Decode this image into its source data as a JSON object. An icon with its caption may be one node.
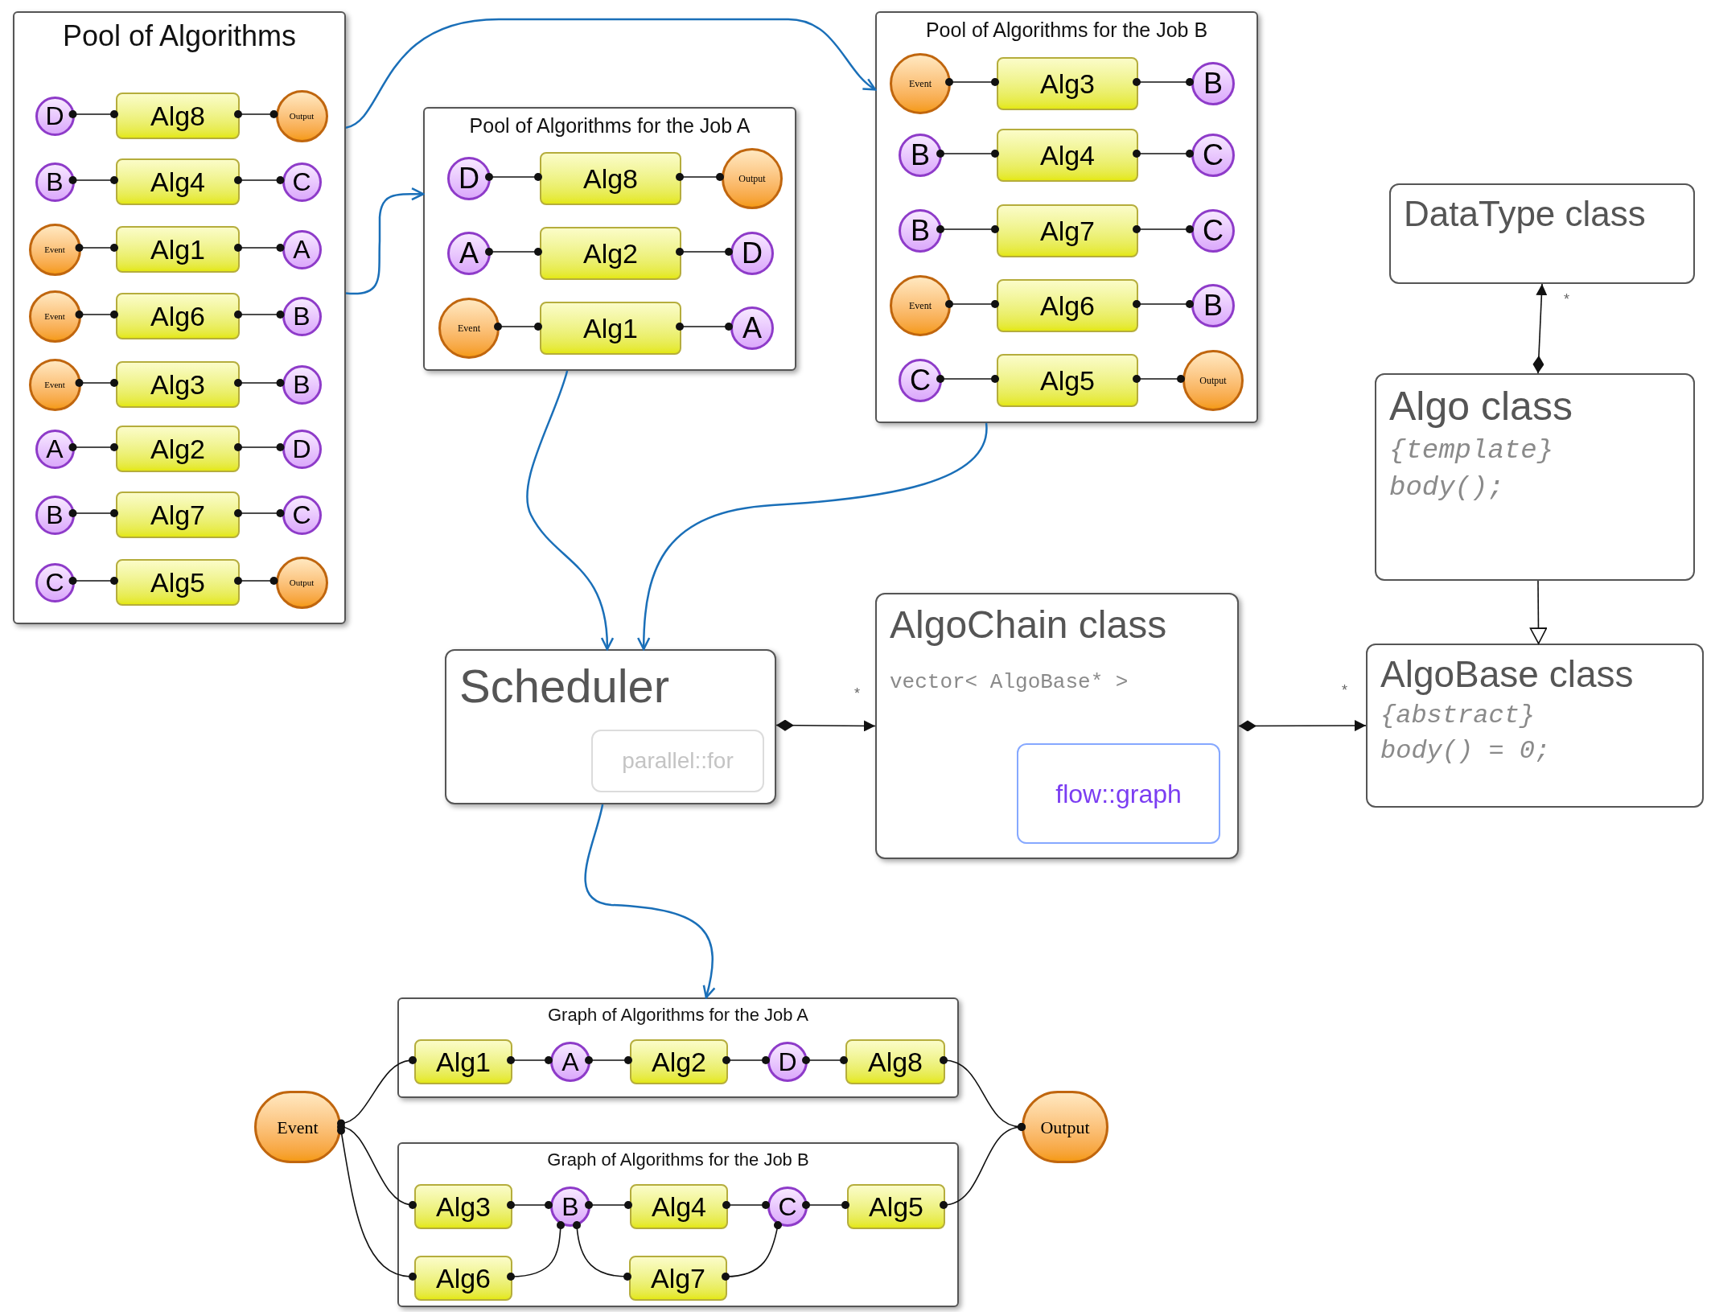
{
  "diagram": {
    "nodes": [
      {
        "text": [
          "Pool of Algorithms"
        ]
      },
      {
        "text": [
          "D"
        ],
        "in": 0
      },
      {
        "text": [
          "Alg8"
        ],
        "in": 0
      },
      {
        "text": [
          "Output"
        ],
        "in": 0
      },
      {
        "text": [
          "B"
        ],
        "in": 0
      },
      {
        "text": [
          "Alg4"
        ],
        "in": 0
      },
      {
        "text": [
          "C"
        ],
        "in": 0
      },
      {
        "text": [
          "Event"
        ],
        "in": 0
      },
      {
        "text": [
          "Alg1"
        ],
        "in": 0
      },
      {
        "text": [
          "A"
        ],
        "in": 0
      },
      {
        "text": [
          "Event"
        ],
        "in": 0
      },
      {
        "text": [
          "Alg6"
        ],
        "in": 0
      },
      {
        "text": [
          "B"
        ],
        "in": 0
      },
      {
        "text": [
          "Event"
        ],
        "in": 0
      },
      {
        "text": [
          "Alg3"
        ],
        "in": 0
      },
      {
        "text": [
          "B"
        ],
        "in": 0
      },
      {
        "text": [
          "A"
        ],
        "in": 0
      },
      {
        "text": [
          "Alg2"
        ],
        "in": 0
      },
      {
        "text": [
          "D"
        ],
        "in": 0
      },
      {
        "text": [
          "B"
        ],
        "in": 0
      },
      {
        "text": [
          "Alg7"
        ],
        "in": 0
      },
      {
        "text": [
          "C"
        ],
        "in": 0
      },
      {
        "text": [
          "C"
        ],
        "in": 0
      },
      {
        "text": [
          "Alg5"
        ],
        "in": 0
      },
      {
        "text": [
          "Output"
        ],
        "in": 0
      },
      {
        "text": [
          "Pool of Algorithms for the Job A"
        ]
      },
      {
        "text": [
          "D"
        ],
        "in": 25
      },
      {
        "text": [
          "Alg8"
        ],
        "in": 25
      },
      {
        "text": [
          "Output"
        ],
        "in": 25
      },
      {
        "text": [
          "A"
        ],
        "in": 25
      },
      {
        "text": [
          "Alg2"
        ],
        "in": 25
      },
      {
        "text": [
          "D"
        ],
        "in": 25
      },
      {
        "text": [
          "Event"
        ],
        "in": 25
      },
      {
        "text": [
          "Alg1"
        ],
        "in": 25
      },
      {
        "text": [
          "A"
        ],
        "in": 25
      },
      {
        "text": [
          "Pool of Algorithms for the Job B"
        ]
      },
      {
        "text": [
          "Event"
        ],
        "in": 35
      },
      {
        "text": [
          "Alg3"
        ],
        "in": 35
      },
      {
        "text": [
          "B"
        ],
        "in": 35
      },
      {
        "text": [
          "B"
        ],
        "in": 35
      },
      {
        "text": [
          "Alg4"
        ],
        "in": 35
      },
      {
        "text": [
          "C"
        ],
        "in": 35
      },
      {
        "text": [
          "B"
        ],
        "in": 35
      },
      {
        "text": [
          "Alg7"
        ],
        "in": 35
      },
      {
        "text": [
          "C"
        ],
        "in": 35
      },
      {
        "text": [
          "Event"
        ],
        "in": 35
      },
      {
        "text": [
          "Alg6"
        ],
        "in": 35
      },
      {
        "text": [
          "B"
        ],
        "in": 35
      },
      {
        "text": [
          "C"
        ],
        "in": 35
      },
      {
        "text": [
          "Alg5"
        ],
        "in": 35
      },
      {
        "text": [
          "Output"
        ],
        "in": 35
      },
      {
        "text": [
          "DataType class"
        ]
      },
      {
        "text": [
          "Algo class",
          "{template}",
          "body();"
        ]
      },
      {
        "text": [
          "Scheduler"
        ]
      },
      {
        "text": [
          "parallel::for"
        ],
        "in": 53
      },
      {
        "text": [
          "AlgoChain class",
          "vector< AlgoBase* >"
        ]
      },
      {
        "text": [
          "flow::graph"
        ],
        "in": 55
      },
      {
        "text": [
          "AlgoBase class",
          "{abstract}",
          "body() = 0;"
        ]
      },
      {
        "text": [
          "Graph of Algorithms for the Job A"
        ]
      },
      {
        "text": [
          "Alg1"
        ],
        "in": 58
      },
      {
        "text": [
          "A"
        ],
        "in": 58
      },
      {
        "text": [
          "Alg2"
        ],
        "in": 58
      },
      {
        "text": [
          "D"
        ],
        "in": 58
      },
      {
        "text": [
          "Alg8"
        ],
        "in": 58
      },
      {
        "text": [
          "Graph of Algorithms for the Job B"
        ]
      },
      {
        "text": [
          "Alg3"
        ],
        "in": 64
      },
      {
        "text": [
          "B"
        ],
        "in": 64
      },
      {
        "text": [
          "Alg4"
        ],
        "in": 64
      },
      {
        "text": [
          "C"
        ],
        "in": 64
      },
      {
        "text": [
          "Alg5"
        ],
        "in": 64
      },
      {
        "text": [
          "Alg6"
        ],
        "in": 64
      },
      {
        "text": [
          "Alg7"
        ],
        "in": 64
      },
      {
        "text": [
          "Event"
        ]
      },
      {
        "text": [
          "Output"
        ]
      }
    ],
    "edges": [
      {
        "from": 1,
        "to": 2,
        "arrow": "other"
      },
      {
        "from": 2,
        "to": 3,
        "arrow": "other"
      },
      {
        "from": 4,
        "to": 5,
        "arrow": "other"
      },
      {
        "from": 5,
        "to": 6,
        "arrow": "other"
      },
      {
        "from": 7,
        "to": 8,
        "arrow": "other"
      },
      {
        "from": 8,
        "to": 9,
        "arrow": "other"
      },
      {
        "from": 10,
        "to": 11,
        "arrow": "other"
      },
      {
        "from": 11,
        "to": 12,
        "arrow": "other"
      },
      {
        "from": 13,
        "to": 14,
        "arrow": "other"
      },
      {
        "from": 14,
        "to": 15,
        "arrow": "other"
      },
      {
        "from": 16,
        "to": 17,
        "arrow": "other"
      },
      {
        "from": 17,
        "to": 18,
        "arrow": "other"
      },
      {
        "from": 19,
        "to": 20,
        "arrow": "other"
      },
      {
        "from": 20,
        "to": 21,
        "arrow": "other"
      },
      {
        "from": 22,
        "to": 23,
        "arrow": "other"
      },
      {
        "from": 23,
        "to": 24,
        "arrow": "other"
      },
      {
        "from": 26,
        "to": 27,
        "arrow": "other"
      },
      {
        "from": 27,
        "to": 28,
        "arrow": "other"
      },
      {
        "from": 29,
        "to": 30,
        "arrow": "other"
      },
      {
        "from": 30,
        "to": 31,
        "arrow": "other"
      },
      {
        "from": 32,
        "to": 33,
        "arrow": "other"
      },
      {
        "from": 33,
        "to": 34,
        "arrow": "other"
      },
      {
        "from": 36,
        "to": 37,
        "arrow": "other"
      },
      {
        "from": 37,
        "to": 38,
        "arrow": "other"
      },
      {
        "from": 39,
        "to": 40,
        "arrow": "other"
      },
      {
        "from": 40,
        "to": 41,
        "arrow": "other"
      },
      {
        "from": 42,
        "to": 43,
        "arrow": "other"
      },
      {
        "from": 43,
        "to": 44,
        "arrow": "other"
      },
      {
        "from": 45,
        "to": 46,
        "arrow": "other"
      },
      {
        "from": 46,
        "to": 47,
        "arrow": "other"
      },
      {
        "from": 48,
        "to": 49,
        "arrow": "other"
      },
      {
        "from": 49,
        "to": 50,
        "arrow": "other"
      },
      {
        "from": 0,
        "to": 35,
        "arrow": "to",
        "color": "#1a6fb8"
      },
      {
        "from": 0,
        "to": 25,
        "arrow": "to",
        "color": "#1a6fb8"
      },
      {
        "from": 25,
        "to": 53,
        "arrow": "to",
        "color": "#1a6fb8"
      },
      {
        "from": 35,
        "to": 53,
        "arrow": "to",
        "color": "#1a6fb8"
      },
      {
        "from": 53,
        "to": 58,
        "arrow": "to",
        "color": "#1a6fb8"
      },
      {
        "from": 53,
        "to": 55,
        "arrow": "to",
        "label": "*"
      },
      {
        "from": 55,
        "to": 57,
        "arrow": "to",
        "label": "*"
      },
      {
        "from": 52,
        "to": 51,
        "arrow": "to",
        "label": "*"
      },
      {
        "from": 52,
        "to": 57,
        "arrow": "to"
      },
      {
        "from": 72,
        "to": 59,
        "arrow": "other"
      },
      {
        "from": 72,
        "to": 65,
        "arrow": "other"
      },
      {
        "from": 72,
        "to": 70,
        "arrow": "other"
      },
      {
        "from": 59,
        "to": 60,
        "arrow": "other"
      },
      {
        "from": 60,
        "to": 61,
        "arrow": "other"
      },
      {
        "from": 61,
        "to": 62,
        "arrow": "other"
      },
      {
        "from": 62,
        "to": 63,
        "arrow": "other"
      },
      {
        "from": 63,
        "to": 73,
        "arrow": "other"
      },
      {
        "from": 65,
        "to": 66,
        "arrow": "other"
      },
      {
        "from": 66,
        "to": 67,
        "arrow": "other"
      },
      {
        "from": 67,
        "to": 68,
        "arrow": "other"
      },
      {
        "from": 68,
        "to": 69,
        "arrow": "other"
      },
      {
        "from": 69,
        "to": 73,
        "arrow": "other"
      },
      {
        "from": 70,
        "to": 66,
        "arrow": "other"
      },
      {
        "from": 66,
        "to": 71,
        "arrow": "other"
      },
      {
        "from": 71,
        "to": 68,
        "arrow": "other"
      }
    ]
  }
}
